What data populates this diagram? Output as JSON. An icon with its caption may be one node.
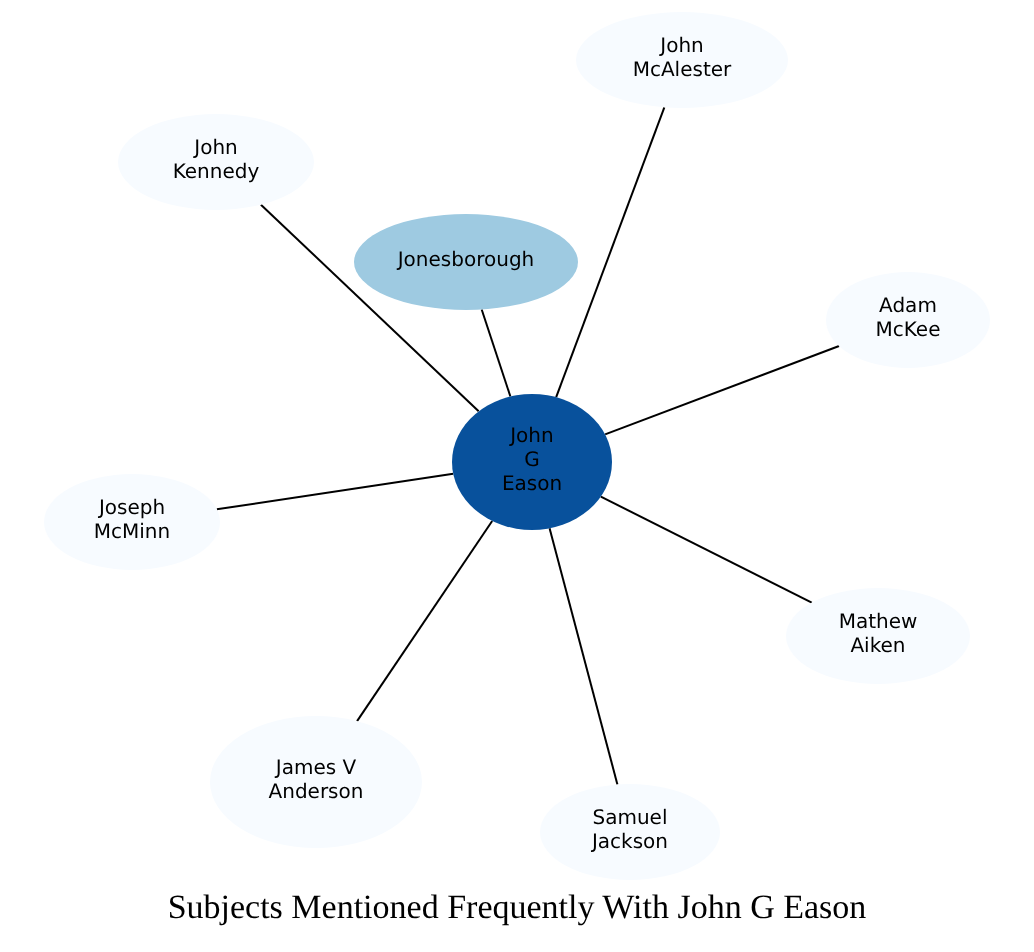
{
  "diagram": {
    "caption": "Subjects Mentioned Frequently With John G Eason",
    "nodes": [
      {
        "text": [
          "John McAlester"
        ]
      },
      {
        "text": [
          "John Kennedy"
        ]
      },
      {
        "text": [
          "Jonesborough"
        ]
      },
      {
        "text": [
          "Adam McKee"
        ]
      },
      {
        "text": [
          "John G Eason"
        ]
      },
      {
        "text": [
          "Joseph McMinn"
        ]
      },
      {
        "text": [
          "Mathew Aiken"
        ]
      },
      {
        "text": [
          "James V Anderson"
        ]
      },
      {
        "text": [
          "Samuel Jackson"
        ]
      }
    ],
    "edges": [
      {
        "from": 4,
        "to": 0,
        "arrow": "none"
      },
      {
        "from": 4,
        "to": 1,
        "arrow": "none"
      },
      {
        "from": 4,
        "to": 2,
        "arrow": "none"
      },
      {
        "from": 4,
        "to": 3,
        "arrow": "none"
      },
      {
        "from": 4,
        "to": 5,
        "arrow": "none"
      },
      {
        "from": 4,
        "to": 6,
        "arrow": "none"
      },
      {
        "from": 4,
        "to": 7,
        "arrow": "none"
      },
      {
        "from": 4,
        "to": 8,
        "arrow": "none"
      }
    ]
  }
}
